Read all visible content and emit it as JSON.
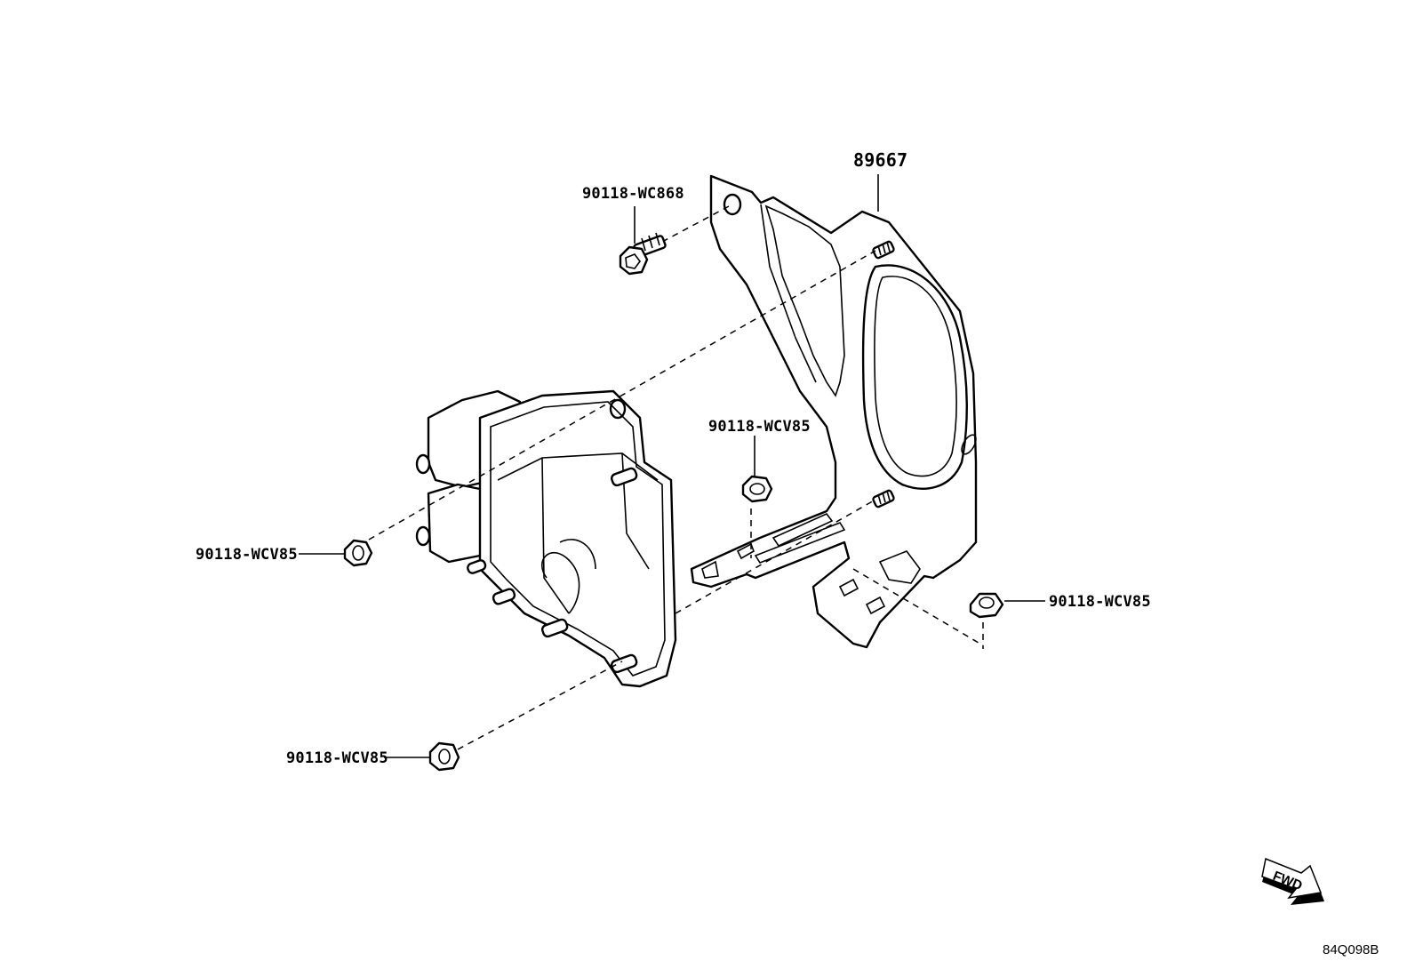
{
  "callouts": {
    "bracket": "89667",
    "bolt": "90118-WC868",
    "nut_center": "90118-WCV85",
    "nut_left": "90118-WCV85",
    "nut_right": "90118-WCV85",
    "nut_bottom": "90118-WCV85"
  },
  "forward_marker": "FWD",
  "diagram_code": "84Q098B",
  "icons": {
    "bracket": "bracket-icon",
    "ecu": "control-module-icon",
    "bolt": "bolt-icon",
    "nut": "nut-icon",
    "forward": "forward-arrow-icon"
  }
}
